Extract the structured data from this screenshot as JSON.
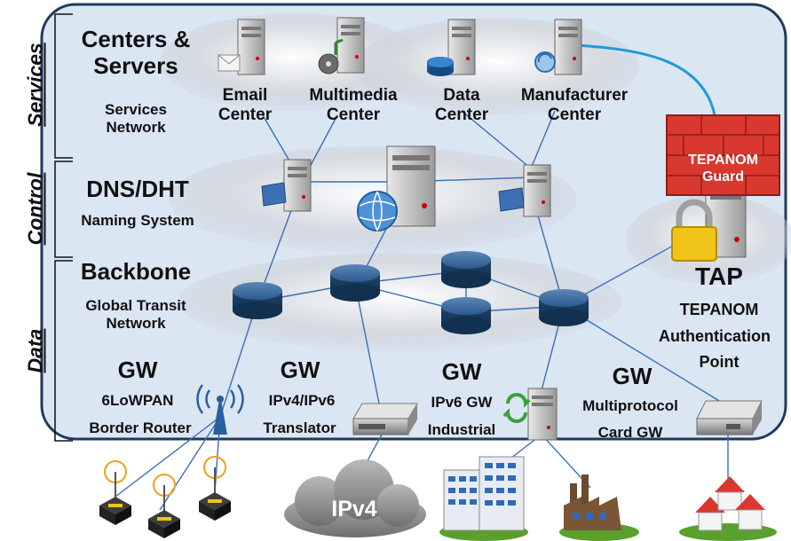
{
  "sections": {
    "services": "Services",
    "control": "Control",
    "data": "Data"
  },
  "tiers": {
    "services_title": "Centers & Servers",
    "services_sub": "Services Network",
    "control_title": "DNS/DHT",
    "control_sub": "Naming System",
    "backbone_title": "Backbone",
    "backbone_sub": "Global Transit Network"
  },
  "centers": {
    "email": "Email Center",
    "multimedia": "Multimedia Center",
    "data": "Data Center",
    "manufacturer": "Manufacturer Center"
  },
  "guard": {
    "line1": "TEPANOM",
    "line2": "Guard"
  },
  "tap": {
    "title": "TAP",
    "line1": "TEPANOM",
    "line2": "Authentication",
    "line3": "Point"
  },
  "gateways": {
    "gw_label": "GW",
    "sixlowpan_1": "6LoWPAN",
    "sixlowpan_2": "Border Router",
    "translator_1": "IPv4/IPv6",
    "translator_2": "Translator",
    "industrial_1": "IPv6 GW",
    "industrial_2": "Industrial",
    "multi_1": "Multiprotocol",
    "multi_2": "Card GW"
  },
  "ipv4_cloud": "IPv4",
  "colors": {
    "panel": "#dbe6f3",
    "panel_border": "#1f3a5f",
    "router": "#1f4e79",
    "link": "#3b6fb5",
    "wall": "#d9382e",
    "cloud": "#c8c8c8"
  }
}
